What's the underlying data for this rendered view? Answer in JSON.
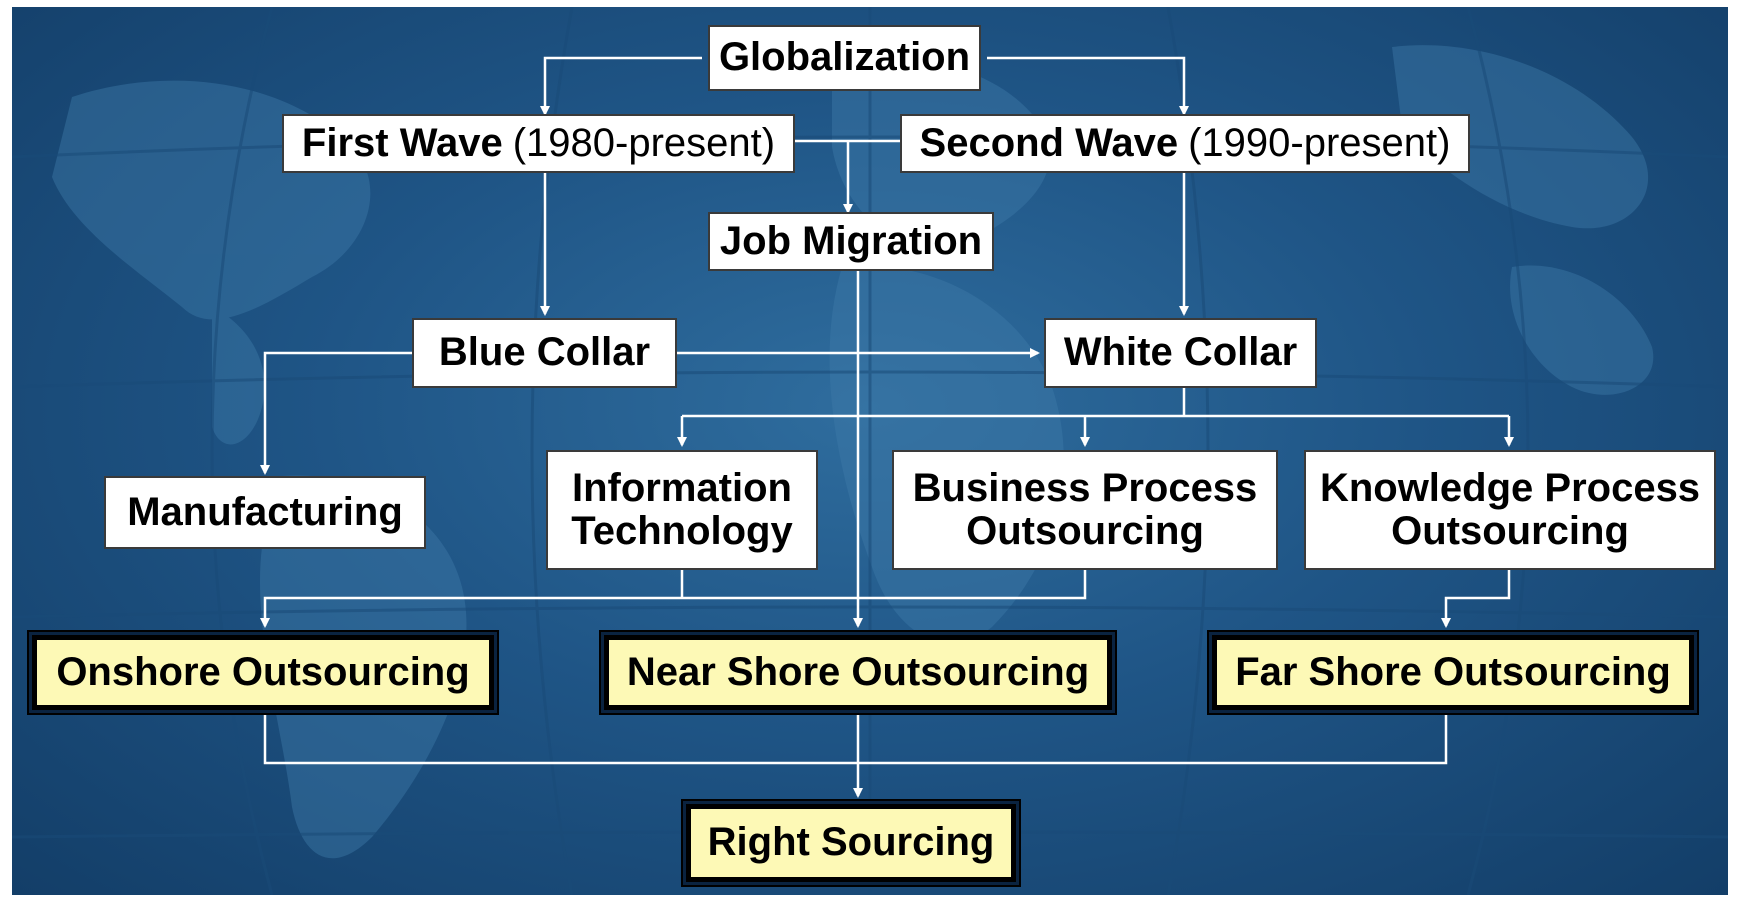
{
  "colors": {
    "background": "#1f5586",
    "node_fill": "#ffffff",
    "highlight_fill": "#fdf9b6",
    "connector": "#ffffff"
  },
  "nodes": {
    "globalization": "Globalization",
    "first_wave": {
      "label": "First Wave",
      "period": "(1980-present)"
    },
    "second_wave": {
      "label": "Second Wave",
      "period": "(1990-present)"
    },
    "job_migration": "Job Migration",
    "blue_collar": "Blue Collar",
    "white_collar": "White Collar",
    "manufacturing": "Manufacturing",
    "information_technology": [
      "Information",
      "Technology"
    ],
    "business_process": [
      "Business Process",
      "Outsourcing"
    ],
    "knowledge_process": [
      "Knowledge Process",
      "Outsourcing"
    ],
    "onshore": "Onshore Outsourcing",
    "near_shore": "Near Shore Outsourcing",
    "far_shore": "Far Shore Outsourcing",
    "right_sourcing": "Right Sourcing"
  }
}
